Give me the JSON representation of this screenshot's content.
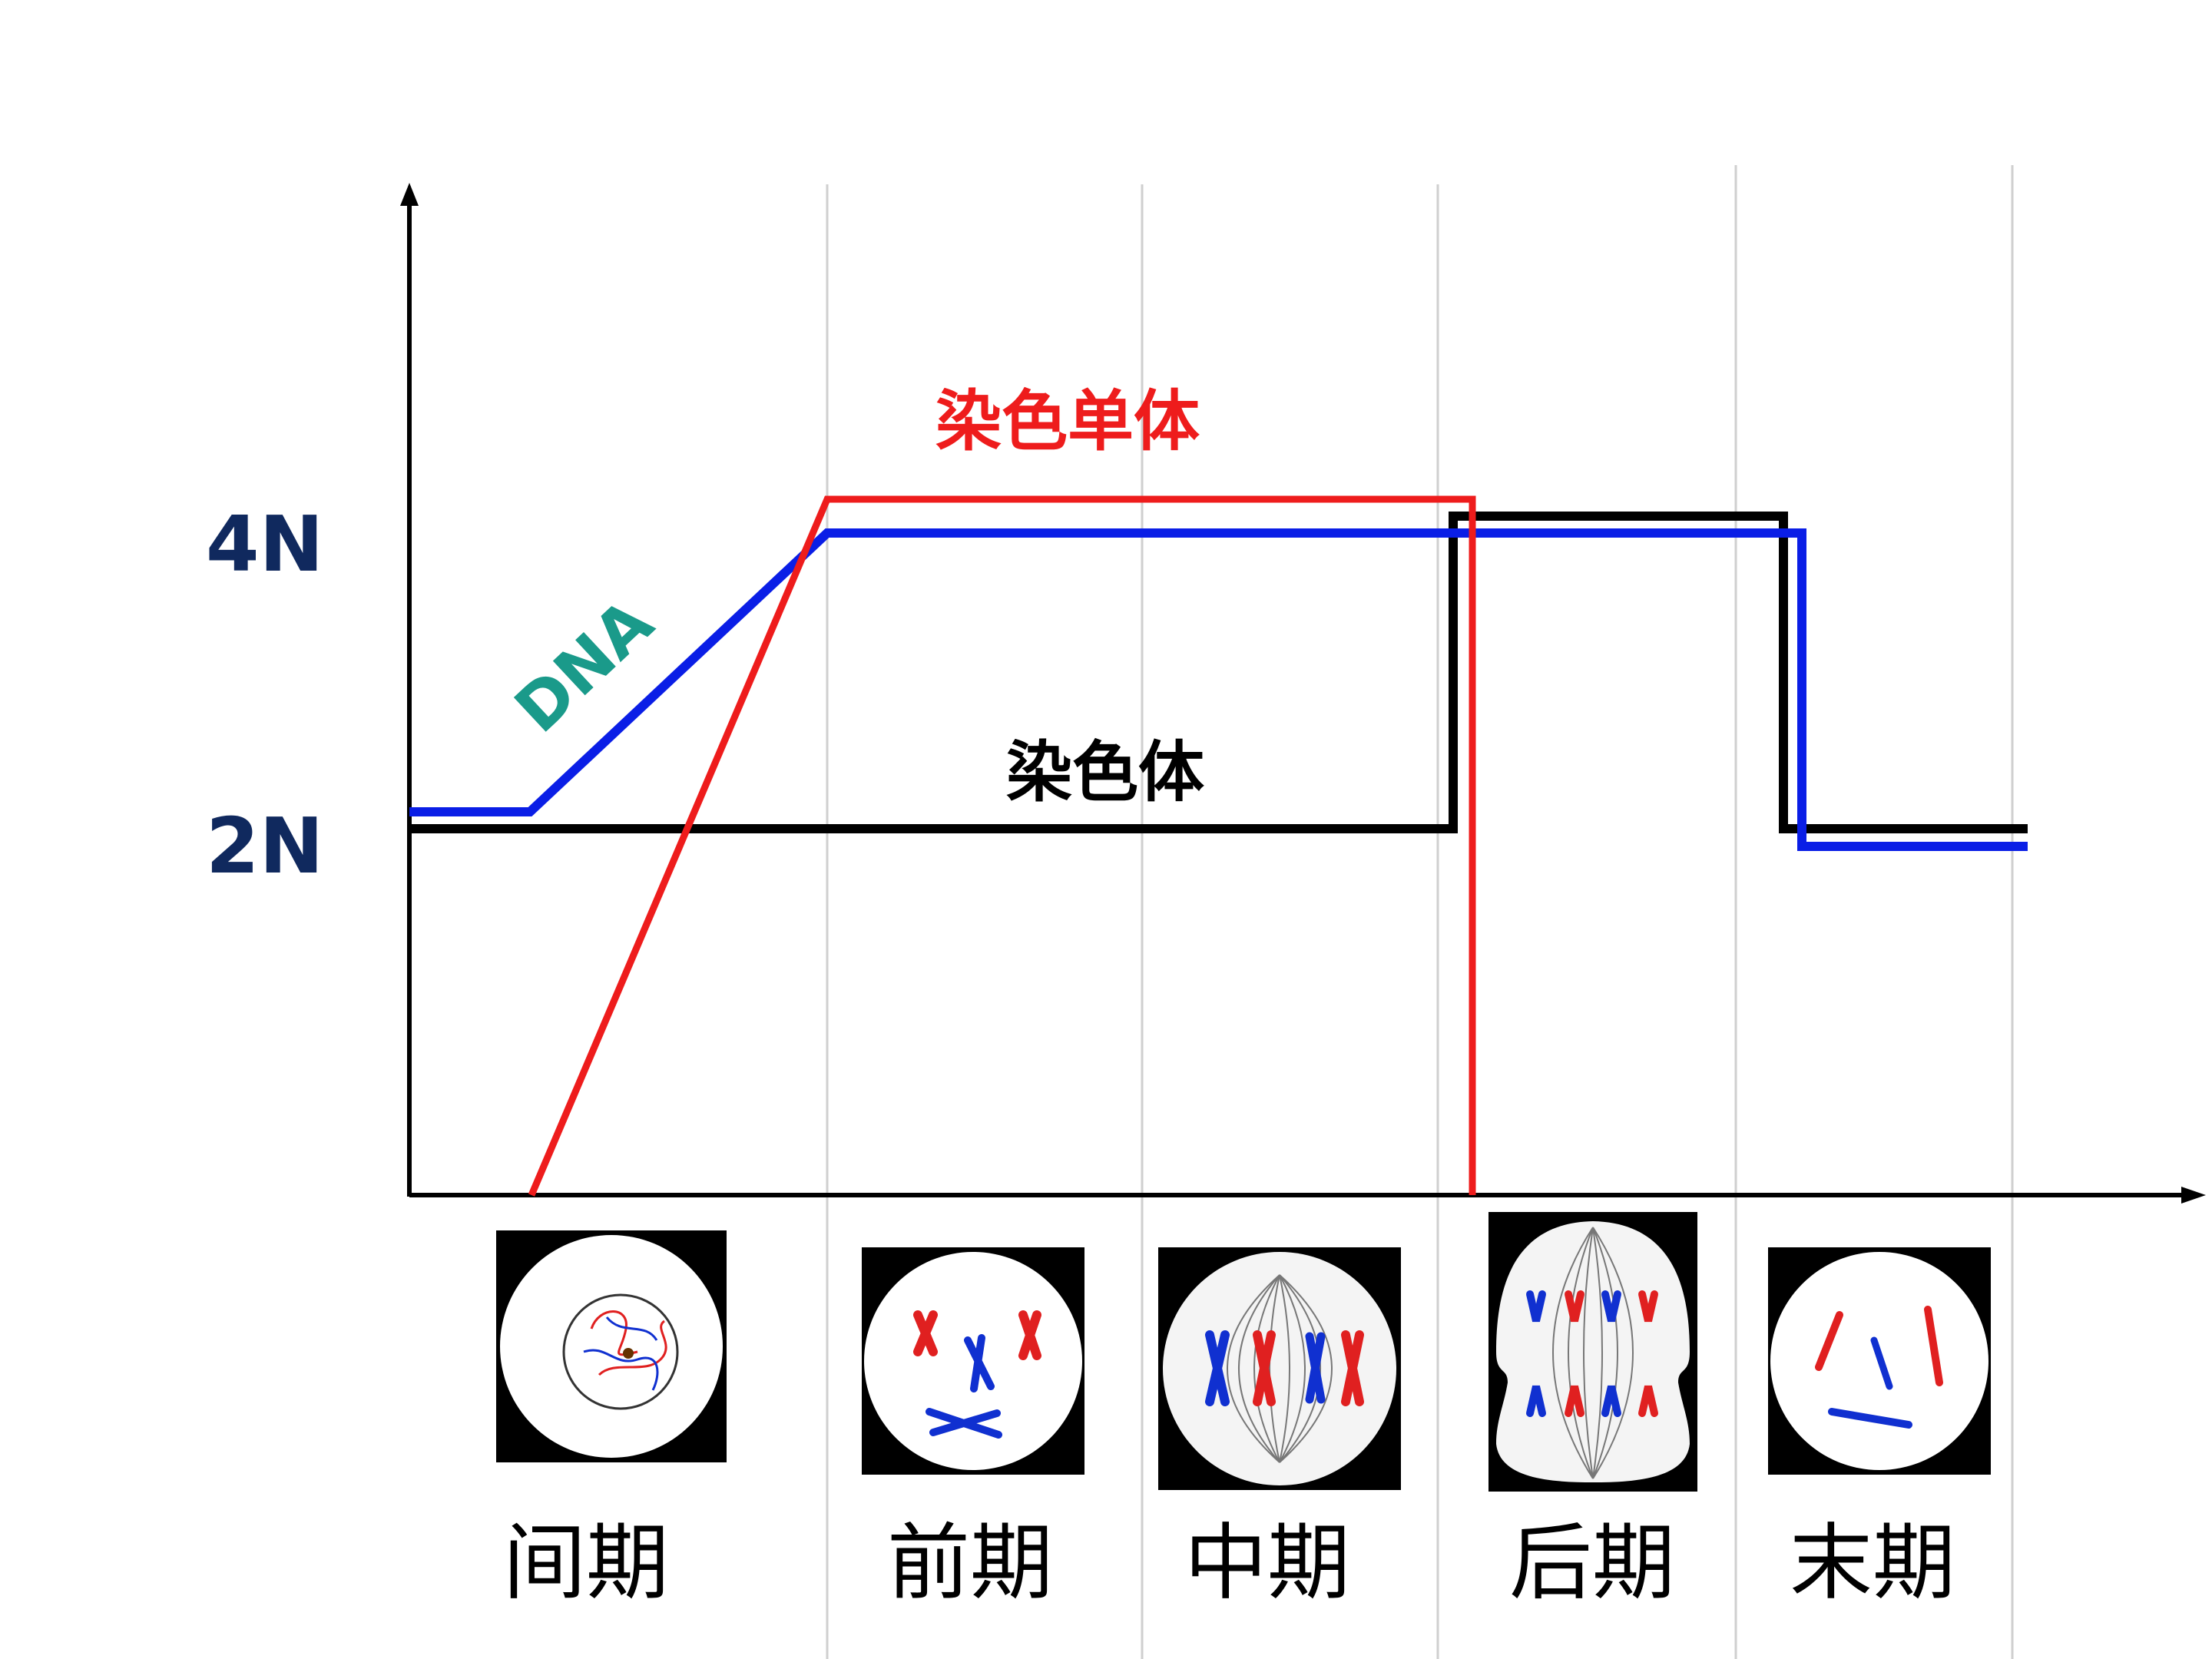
{
  "y_axis": {
    "ticks": [
      "4N",
      "2N"
    ]
  },
  "series": {
    "chromatid": {
      "name": "染色单体",
      "color": "#ee1c1c"
    },
    "dna": {
      "name": "DNA",
      "color": "#0a1ee6"
    },
    "chromosome": {
      "name": "染色体",
      "color": "#000000"
    }
  },
  "phases": [
    {
      "label": "间期",
      "icon": "interphase-cell-icon"
    },
    {
      "label": "前期",
      "icon": "prophase-cell-icon"
    },
    {
      "label": "中期",
      "icon": "metaphase-cell-icon"
    },
    {
      "label": "后期",
      "icon": "anaphase-cell-icon"
    },
    {
      "label": "末期",
      "icon": "telophase-cell-icon"
    }
  ],
  "colors": {
    "tick_label": "#10295e",
    "dna_label": "#1a9a8a",
    "grid": "#cfcfcf"
  }
}
